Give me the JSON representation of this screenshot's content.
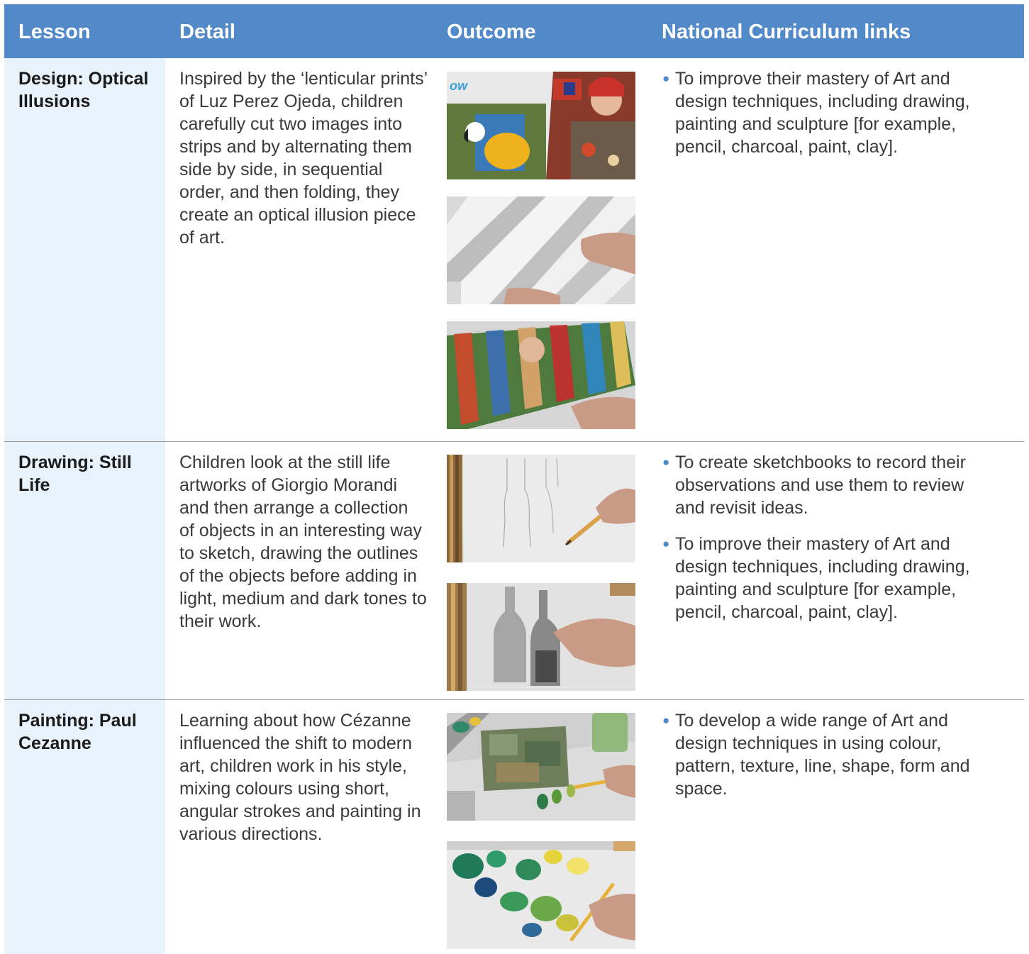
{
  "header": {
    "lesson": "Lesson",
    "detail": "Detail",
    "outcome": "Outcome",
    "links": "National Curriculum links"
  },
  "colors": {
    "header_bg": "#5189c9",
    "lesson_col_bg": "#e8f2fb",
    "bullet": "#5189c9"
  },
  "rows": [
    {
      "lesson": "Design: Optical Illusions",
      "detail": "Inspired by the ‘lenticular prints’ of Luz Perez Ojeda, children carefully cut two images into strips and by alternating them side by side, in sequential order, and then folding, they create an optical illusion piece of art.",
      "outcome_images": [
        "parrot-and-portrait-prints",
        "folded-paper-strips",
        "folded-collage-strips"
      ],
      "links": [
        "To improve their mastery of Art and design techniques, including drawing, painting and sculpture [for example, pencil, charcoal, paint, clay]."
      ]
    },
    {
      "lesson": "Drawing: Still Life",
      "detail": "Children look at the still life artworks of Giorgio Morandi and then arrange a collection of objects in an interesting way to sketch, drawing the outlines of the objects before adding in light, medium and dark tones to their work.",
      "outcome_images": [
        "pencil-outline-sketch",
        "shaded-bottle-drawing"
      ],
      "links": [
        "To create sketchbooks to record their observations and use them to review and revisit ideas.",
        "To improve their mastery of Art and design techniques, including drawing, painting and sculpture [for example, pencil, charcoal, paint, clay]."
      ]
    },
    {
      "lesson": "Painting: Paul Cezanne",
      "detail": "Learning about how Cézanne influenced the shift to modern art, children work in his style, mixing colours using short, angular strokes and painting in various directions.",
      "outcome_images": [
        "cezanne-landscape-painting",
        "green-paint-palette"
      ],
      "links": [
        "To develop a wide range of Art and design techniques in using colour, pattern, texture, line, shape, form and space."
      ]
    }
  ]
}
